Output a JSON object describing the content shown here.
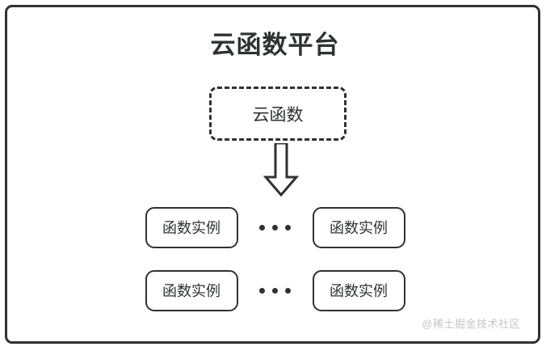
{
  "diagram": {
    "type": "architecture-diagram",
    "title": "云函数平台",
    "frame_border_color": "#2f3134",
    "text_color": "#2f3134",
    "background_color": "#ffffff",
    "cloud_function": {
      "label": "云函数",
      "border_style": "dashed"
    },
    "arrow": {
      "name": "down-arrow-icon",
      "direction": "down",
      "style": "hollow-outline"
    },
    "ellipsis": {
      "label": "...",
      "dot_count": 3
    },
    "instance_rows": [
      {
        "left_instance": "函数实例",
        "right_instance": "函数实例",
        "separator": "..."
      },
      {
        "left_instance": "函数实例",
        "right_instance": "函数实例",
        "separator": "..."
      }
    ]
  },
  "watermark": {
    "text": "@稀土掘金技术社区",
    "color": "#c3c4c6"
  }
}
